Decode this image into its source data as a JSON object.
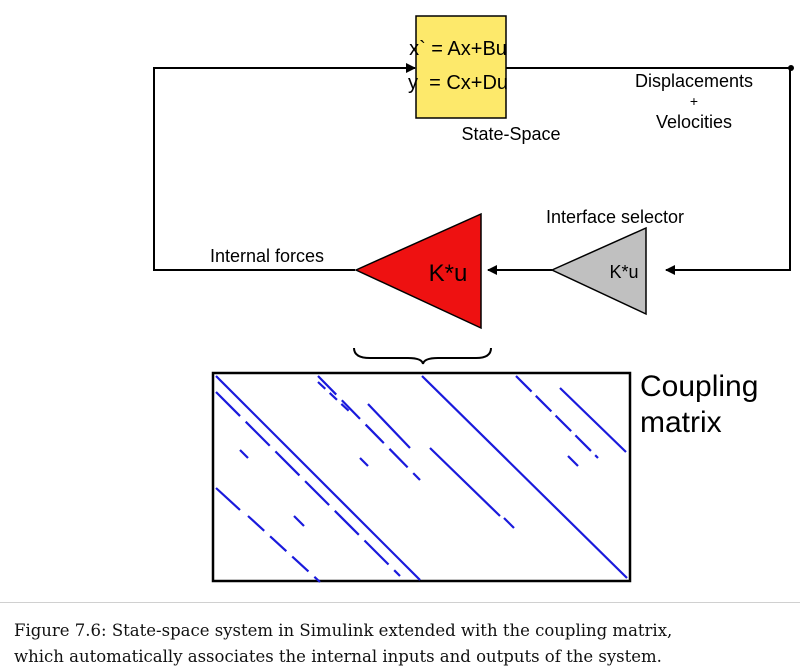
{
  "state_space": {
    "eq1": "x` = Ax+Bu",
    "eq2": "y  = Cx+Du",
    "label": "State-Space"
  },
  "outputs": {
    "line1": "Displacements",
    "line2": "+",
    "line3": "Velocities"
  },
  "interface_selector": {
    "label": "Interface selector",
    "gain": "K*u"
  },
  "coupling_gain": {
    "gain": "K*u"
  },
  "internal_forces": "Internal forces",
  "coupling_matrix": {
    "line1": "Coupling",
    "line2": "matrix"
  },
  "caption": {
    "line1": "Figure 7.6: State-space system in Simulink extended with the coupling matrix,",
    "line2": "which automatically associates the internal inputs and outputs of the system."
  },
  "colors": {
    "state_space_fill": "#fde96b",
    "coupling_gain_fill": "#ee1111",
    "selector_fill": "#c0c0c0",
    "matrix_pattern": "#1a1adc"
  }
}
